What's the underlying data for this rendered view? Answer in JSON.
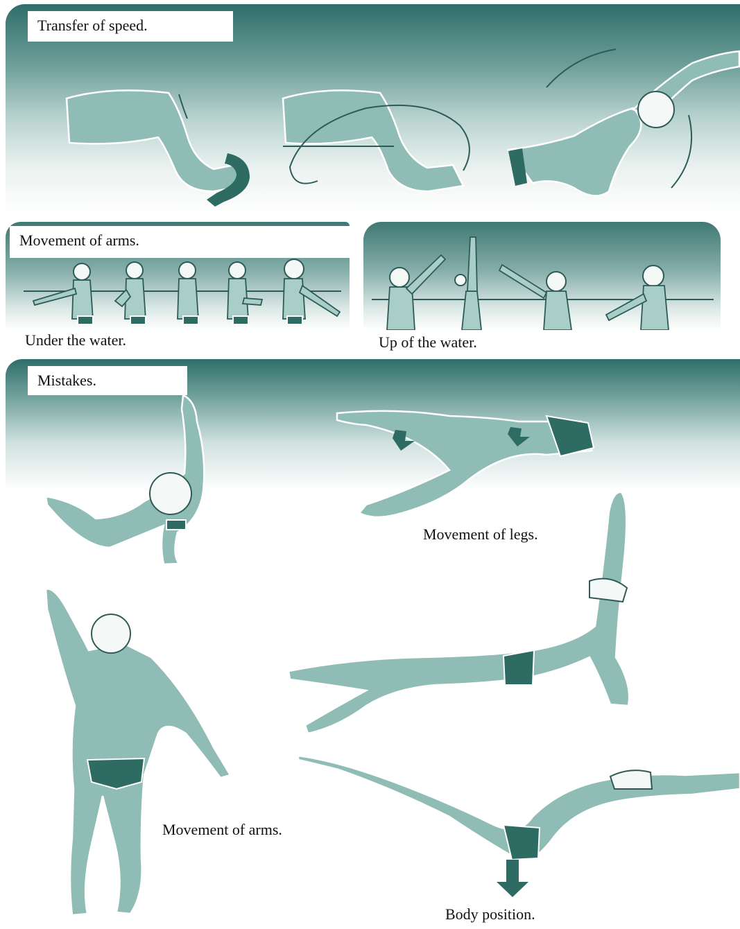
{
  "panels": {
    "transfer": {
      "label": "Transfer of speed."
    },
    "movement_arms": {
      "label": "Movement of arms.",
      "under_caption": "Under the water."
    },
    "up_water": {
      "caption": "Up of the water."
    },
    "mistakes": {
      "label": "Mistakes.",
      "legs_caption": "Movement of legs.",
      "arms_caption": "Movement of arms.",
      "body_caption": "Body position."
    }
  },
  "colors": {
    "teal_dark": "#2f6e6a",
    "teal_skin": "#8fbcb5",
    "trunks": "#2d6b63"
  }
}
